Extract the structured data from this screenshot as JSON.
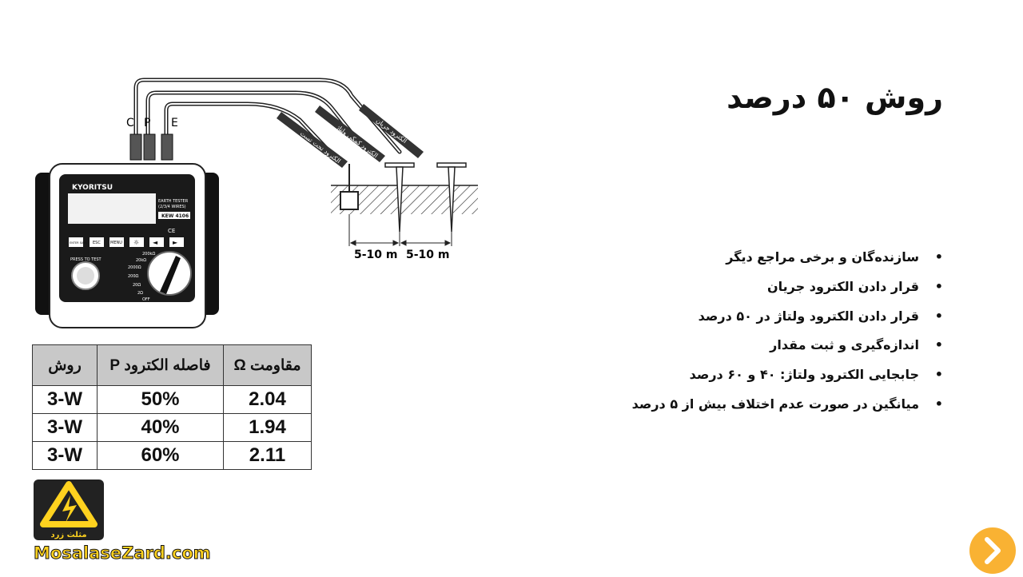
{
  "slide": {
    "title": "روش ۵۰ درصد",
    "bullets": [
      "سازنده‌گان و برخی مراجع دیگر",
      "قرار دادن الکترود جریان",
      "قرار دادن الکترود ولتاژ در ۵۰ درصد",
      "اندازه‌گیری و ثبت مقدار",
      "جابجایی الکترود ولتاژ: ۴۰ و ۶۰ درصد",
      "میانگین در صورت عدم اختلاف بیش از ۵ درصد"
    ],
    "bullet_symbol": "•"
  },
  "diagram": {
    "terminals": [
      "C",
      "P",
      "E"
    ],
    "brand": "KYORITSU",
    "model_lines": [
      "EARTH TESTER",
      "(2/3/4 WIRES)"
    ],
    "model_number": "KEW 4106",
    "cert_mark": "CE",
    "buttons": [
      "ENTER SAVE",
      "ESC",
      "MENU",
      "☼",
      "◄",
      "►"
    ],
    "press_to_test": "PRESS TO TEST",
    "dial_ranges": [
      "200kΩ",
      "20kΩ",
      "2000Ω",
      "200Ω",
      "20Ω",
      "2Ω",
      "OFF"
    ],
    "distances": [
      "5-10 m",
      "5-10 m"
    ],
    "probe_labels": [
      "الکترود جریان",
      "الکترود کمکی ولتاژ",
      "الکترود تحت تست"
    ]
  },
  "table": {
    "headers": [
      "روش",
      "فاصله الکترود P",
      "مقاومت Ω"
    ],
    "rows": [
      [
        "3-W",
        "50%",
        "2.04"
      ],
      [
        "3-W",
        "40%",
        "1.94"
      ],
      [
        "3-W",
        "60%",
        "2.11"
      ]
    ]
  },
  "logo": {
    "text": "MosalaseZard.com",
    "mark_text": "مثلث زرد"
  },
  "nav": {
    "next_icon": "chevron-right-icon"
  },
  "colors": {
    "accent": "#f9b233",
    "logo_yellow": "#ffd21f",
    "table_header": "#c8c8c8"
  }
}
